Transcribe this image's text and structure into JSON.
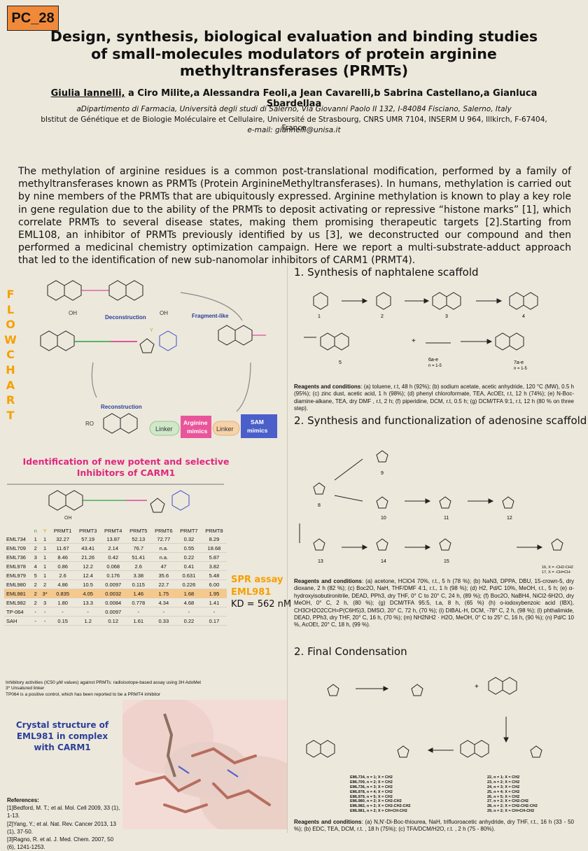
{
  "code": "PC_28",
  "title": "Design, synthesis, biological evaluation and binding studies of small-molecules modulators of protein arginine methyltransferases (PRMTs)",
  "authors": {
    "first": "Giulia Iannelli,",
    "rest": "a Ciro Milite,a Alessandra Feoli,a Jean Cavarelli,b Sabrina Castellano,a Gianluca Sbardellaa"
  },
  "affiliations": {
    "a": "aDipartimento di Farmacia, Università degli studi di Salerno, Via Giovanni Paolo II 132, I-84084 Fisciano, Salerno, Italy",
    "b": "bIstitut de Génétique et de Biologie Moléculaire et Cellulaire, Université de Strasbourg, CNRS UMR 7104, INSERM U 964, Illkirch, F-67404, France",
    "email": "e-mail: giannelli@unisa.it"
  },
  "intro": "The methylation of arginine residues is a common post-translational modification, performed by a family of methyltransferases known as PRMTs (Protein ArginineMethyltransferases). In humans, methylation is carried out by nine members of the PRMTs that are ubiquitously expressed. Arginine methylation is known to play a key role in gene regulation due to the ability of the PRMTs to deposit activating or repressive “histone marks” [1], which correlate PRMTs to several disease states, making them promising therapeutic targets [2].Starting from EML108, an inhibitor of PRMTs previously identified by us [3], we deconstructed our compound and then performed a medicinal chemistry optimization campaign. Here we report a multi-substrate-adduct approach that led to the identification of new sub-nanomolar inhibitors of CARM1 (PRMT4).",
  "flowchart": {
    "vertical": [
      "F",
      "L",
      "O",
      "W",
      "C",
      "H",
      "A",
      "R",
      "T"
    ],
    "deconstruction": "Deconstruction",
    "fragment_like": "Fragment-like",
    "reconstruction": "Reconstruction",
    "linker": "Linker",
    "arginine_mimics": "Arginine mimics",
    "sam_mimics": "SAM mimics",
    "identification": "Identification of new potent and selective Inhibitors of CARM1",
    "colors": {
      "linker": "#cfe8c8",
      "arginine": "#e9559b",
      "sam": "#4a5fc9",
      "linker2": "#f6d2a8"
    }
  },
  "table": {
    "headers": [
      "",
      "n",
      "Y",
      "PRMT1",
      "PRMT3",
      "PRMT4",
      "PRMT5",
      "PRMT6",
      "PRMT7",
      "PRMT8"
    ],
    "rows": [
      [
        "EML734",
        "1",
        "1",
        "32.27",
        "57.19",
        "13.87",
        "52.13",
        "72.77",
        "0.32",
        "8.29"
      ],
      [
        "EML709",
        "2",
        "1",
        "11.67",
        "43.41",
        "2.14",
        "76.7",
        "n.a.",
        "0.55",
        "18.68"
      ],
      [
        "EML736",
        "3",
        "1",
        "8.46",
        "21.26",
        "0.42",
        "51.41",
        "n.a.",
        "0.22",
        "5.87"
      ],
      [
        "EML978",
        "4",
        "1",
        "0.86",
        "12.2",
        "0.068",
        "2.6",
        "47",
        "0.41",
        "3.82"
      ],
      [
        "EML979",
        "5",
        "1",
        "2.6",
        "12.4",
        "0.176",
        "3.38",
        "35.6",
        "0.631",
        "5.48"
      ],
      [
        "EML980",
        "2",
        "2",
        "4.86",
        "10.5",
        "0.0097",
        "0.115",
        "22.7",
        "0.226",
        "6.00"
      ],
      [
        "EML981",
        "2",
        "3*",
        "0.835",
        "4.05",
        "0.0032",
        "1.46",
        "1.75",
        "1.68",
        "1.95"
      ],
      [
        "EML982",
        "2",
        "3",
        "1.80",
        "13.3",
        "0.0084",
        "0.778",
        "4.34",
        "4.68",
        "1.41"
      ],
      [
        "TP-064",
        "-",
        "-",
        "-",
        "-",
        "0.0097",
        "-",
        "-",
        "-",
        "-"
      ],
      [
        "SAH",
        "-",
        "-",
        "0.15",
        "1.2",
        "0.12",
        "1.61",
        "0.33",
        "0.22",
        "0.17"
      ]
    ],
    "notes": [
      "Inhibitory activities (IC50 μM values) against PRMTs: radioisotope-based assay using 3H AdoMet",
      "3* Unsatured linker",
      "TP064 is a positive control, which has been reported to be a PRMT4 inhibitor"
    ]
  },
  "spr": {
    "title": "SPR assay",
    "compound": "EML981",
    "kd": "KD = 562 nM"
  },
  "crystal": "Crystal structure of EML981 in complex with CARM1",
  "references": {
    "title": "References:",
    "items": [
      "[1]Bedford, M. T.; et al. Mol. Cell 2009, 33 (1), 1-13.",
      "[2]Yang, Y.; et al. Nat. Rev. Cancer 2013, 13 (1), 37-50.",
      "[3]Ragno, R. et al. J. Med. Chem. 2007, 50 (6), 1241-1253."
    ]
  },
  "section1": {
    "title": "1. Synthesis of naphtalene scaffold",
    "compounds": [
      "1",
      "2",
      "3",
      "4",
      "5",
      "6a-e",
      "7a-e"
    ],
    "n_range": "n = 1-5",
    "reagents_label": "Reagents and conditions",
    "reagents": ": (a) toluene, r.t, 48 h (92%); (b) sodium acetate, acetic anhydride, 120 °C (MW), 0.5 h (95%); (c) zinc dust, acetic acid, 1 h (98%); (d) phenyl chloroformate, TEA, AcOEt, r.t, 12 h (74%); (e) N-Boc-diamine-alkane, TEA, dry DMF , r.t, 2 h; (f) piperidine, DCM, r.t, 0.5 h; (g) DCM/TFA 9:1, r.t, 12 h (80 % on three step)."
  },
  "section2": {
    "title": "2. Synthesis and functionalization of adenosine scaffold",
    "compounds": [
      "8",
      "9",
      "10",
      "11",
      "12",
      "13",
      "14",
      "15"
    ],
    "products": [
      "16, X = -CH2-CH2",
      "17, X = -CH=CH-"
    ],
    "reagents_label": "Reagents and conditions",
    "reagents": ": (a) acetone, HClO4 70%, r.t., 5 h (78 %); (b) NaN3, DPPA, DBU, 15-crown-5, dry dioxane, 2 h (82 %); (c) Boc2O, NaH, THF/DMF 4:1, r.t., 1 h (98 %); (d) H2, Pd/C 10%, MeOH, r.t., 5 h; (e) α-hydroxyisobutironitrile, DEAD, PPh3, dry THF, 0° C to 20° C, 24 h, (89 %); (f) Boc2O, NaBH4, NiCl2·6H2O, dry MeOH, 0° C, 2 h, (80 %); (g) DCM/TFA 95:5, t.a, 8 h, (65 %) (h) o-iodoxybenzoic acid (IBX), CH3CH2O2CCH=P(C6H5)3, DMSO, 20° C, 72 h, (70 %); (i) DIBAL-H, DCM, -78° C, 2 h, (98 %); (l) phthalimide, DEAD, PPh3, dry THF, 20° C, 16 h, (70 %); (m) NH2NH2 · H2O, MeOH, 0° C to 25° C, 16 h, (90 %); (n) Pd/C 10 %, AcOEt, 20° C, 18 h, (99 %)."
  },
  "section3": {
    "title": "2. Final Condensation",
    "left_list": [
      "EML734, n = 1; X = CH2",
      "EML709, n = 2; X = CH2",
      "EML736, n = 3; X = CH2",
      "EML978, n = 4; X = CH2",
      "EML979, n = 5; X = CH2",
      "EML980, n = 2; X = CH2-CH2",
      "EML982, n = 2; X = CH2-CH2-CH2",
      "EML981, n = 2; X = CH=CH-CH2"
    ],
    "right_list": [
      "22, n = 1; X = CH2",
      "23, n = 2; X = CH2",
      "24, n = 3; X = CH2",
      "25, n = 4; X = CH2",
      "26, n = 5; X = CH2",
      "27, n = 2; X = CH2-CH2",
      "28, n = 2; X = CH2-CH2-CH2",
      "29, n = 2; X = CH=CH-CH2"
    ],
    "reagents_label": "Reagents and conditions",
    "reagents": ": (a) N,N'-Di-Boc-thiourea, NaH, trifluoroacetic anhydride, dry THF, r.t., 16 h (33 - 50 %); (b) EDC, TEA, DCM, r.t. , 18 h (75%); (c) TFA/DCM/H2O, r.t. , 2 h (75 - 80%)."
  }
}
